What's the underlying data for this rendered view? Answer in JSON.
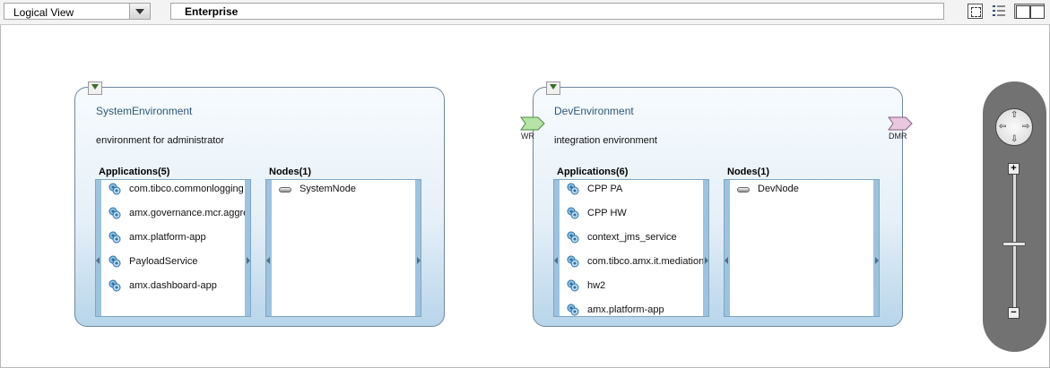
{
  "toolbar": {
    "view_select": "Logical View",
    "breadcrumb": "Enterprise"
  },
  "environments": [
    {
      "title": "SystemEnvironment",
      "description": "environment for administrator",
      "applications_header": "Applications(5)",
      "applications": [
        "com.tibco.commonlogging",
        "amx.governance.mcr.aggre",
        "amx.platform-app",
        "PayloadService",
        "amx.dashboard-app"
      ],
      "nodes_header": "Nodes(1)",
      "nodes": [
        "SystemNode"
      ]
    },
    {
      "title": "DevEnvironment",
      "description": "integration environment",
      "applications_header": "Applications(6)",
      "applications": [
        "CPP PA",
        "CPP HW",
        "context_jms_service",
        "com.tibco.amx.it.mediation",
        "hw2",
        "amx.platform-app"
      ],
      "nodes_header": "Nodes(1)",
      "nodes": [
        "DevNode"
      ],
      "endpoint_left": "WR",
      "endpoint_right": "DMR"
    }
  ],
  "zoom": {
    "plus": "+",
    "minus": "−",
    "level": 0.5
  },
  "colors": {
    "env_fill": "#e6f0f8",
    "env_border": "#6f879c",
    "panel": "#9cc3df",
    "zoom_bg": "#727272"
  },
  "icons": {
    "application": "gear-cluster-icon",
    "node": "node-disk-icon",
    "fit": "fit-to-screen-icon",
    "list": "list-view-icon",
    "detail": "detail-view-icon"
  }
}
